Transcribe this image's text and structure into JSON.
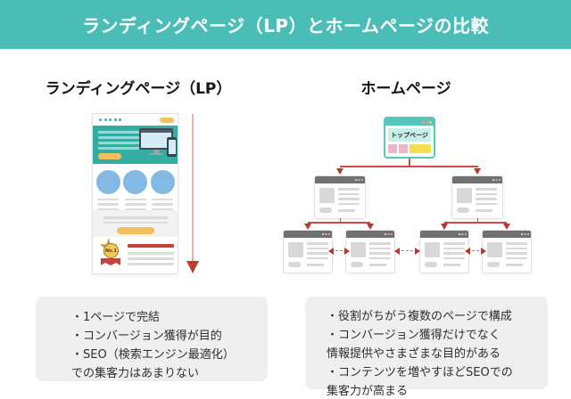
{
  "title": "ランディングページ（LP）とホームページの比較",
  "left": {
    "heading": "ランディングページ（LP）",
    "badge": "No.1",
    "notes": [
      "・1ページで完結",
      "・コンバージョン獲得が目的",
      "・SEO（検索エンジン最適化）",
      "での集客力はあまりない"
    ]
  },
  "right": {
    "heading": "ホームページ",
    "top_page_label": "トップページ",
    "notes": [
      "・役割がちがう複数のページで構成",
      "・コンバージョン獲得だけでなく",
      "情報提供やさまざまな目的がある",
      "・コンテンツを増やすほどSEOでの",
      "集客力が高まる"
    ]
  },
  "colors": {
    "banner_teal": "#4ABEB6",
    "hero_teal": "#35ACA2",
    "accent_yellow": "#F2C15E",
    "circle_blue": "#84B9E6",
    "connector_red": "#CE4B42",
    "arrowhead_red": "#C0392B",
    "arrow_pink": "#ECB2B0",
    "note_box_gray": "#EFEFEF",
    "browser_header_gray": "#707070",
    "top_page_teal": "#57C7BE"
  }
}
